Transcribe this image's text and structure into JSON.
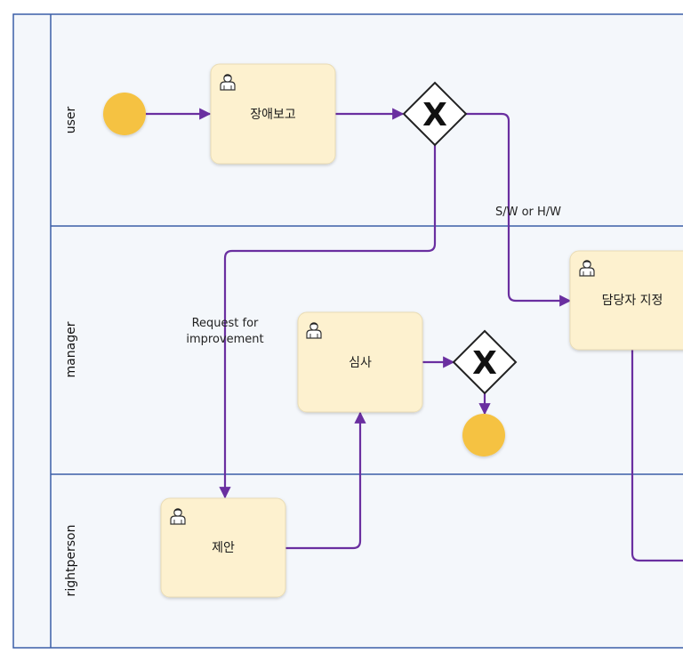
{
  "lanes": {
    "user": "user",
    "manager": "manager",
    "rightperson": "rightperson"
  },
  "tasks": {
    "report": "장애보고",
    "assign": "담당자 지정",
    "review": "심사",
    "propose": "제안"
  },
  "flow_labels": {
    "sw_hw": "S/W or H/W",
    "request_line1": "Request for",
    "request_line2": "improvement"
  },
  "gateways": {
    "marker": "X"
  },
  "colors": {
    "lane_border": "#3b5ea8",
    "lane_fill": "#f4f7fb",
    "task_fill": "#fdf1cf",
    "event_fill": "#f5c242",
    "flow": "#6a2fa0"
  },
  "icons": {
    "task": "user-icon"
  }
}
